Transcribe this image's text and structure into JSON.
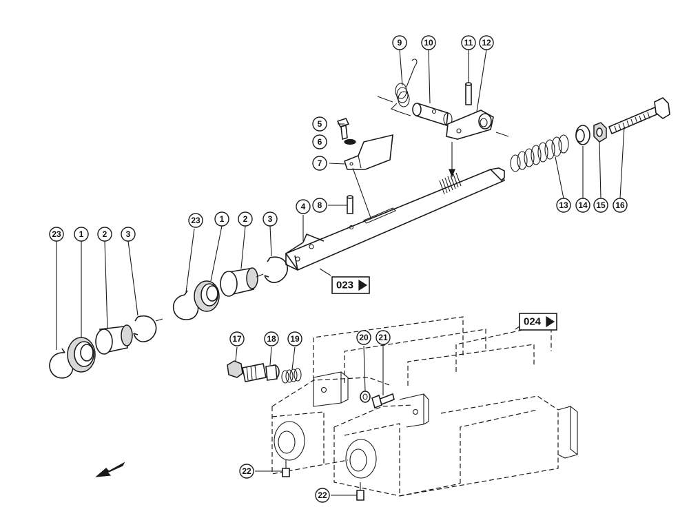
{
  "callouts": [
    {
      "id": "c9",
      "label": "9"
    },
    {
      "id": "c10",
      "label": "10"
    },
    {
      "id": "c11",
      "label": "11"
    },
    {
      "id": "c12",
      "label": "12"
    },
    {
      "id": "c5",
      "label": "5"
    },
    {
      "id": "c6",
      "label": "6"
    },
    {
      "id": "c7",
      "label": "7"
    },
    {
      "id": "c8",
      "label": "8"
    },
    {
      "id": "c4",
      "label": "4"
    },
    {
      "id": "c13",
      "label": "13"
    },
    {
      "id": "c14",
      "label": "14"
    },
    {
      "id": "c15",
      "label": "15"
    },
    {
      "id": "c16",
      "label": "16"
    },
    {
      "id": "c23a",
      "label": "23"
    },
    {
      "id": "c1a",
      "label": "1"
    },
    {
      "id": "c2a",
      "label": "2"
    },
    {
      "id": "c3a",
      "label": "3"
    },
    {
      "id": "c23b",
      "label": "23"
    },
    {
      "id": "c1b",
      "label": "1"
    },
    {
      "id": "c2b",
      "label": "2"
    },
    {
      "id": "c3b",
      "label": "3"
    },
    {
      "id": "c17",
      "label": "17"
    },
    {
      "id": "c18",
      "label": "18"
    },
    {
      "id": "c19",
      "label": "19"
    },
    {
      "id": "c20",
      "label": "20"
    },
    {
      "id": "c21",
      "label": "21"
    },
    {
      "id": "c22a",
      "label": "22"
    },
    {
      "id": "c22b",
      "label": "22"
    }
  ],
  "refs": {
    "ref023": "023",
    "ref024": "024"
  }
}
